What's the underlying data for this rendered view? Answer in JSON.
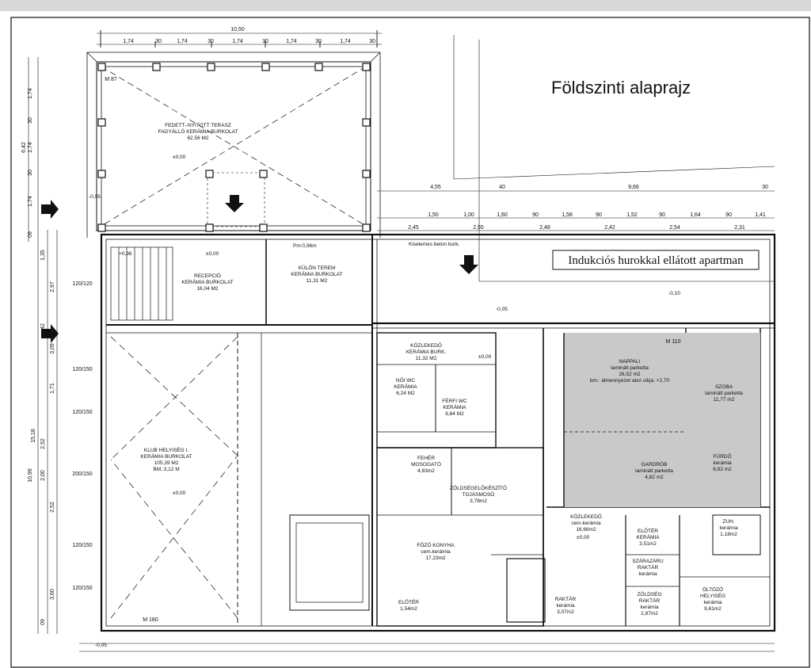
{
  "title": "Földszinti alaprajz",
  "banner": "Indukciós hurokkal ellátott apartman",
  "colors": {
    "line": "#111111",
    "shaded": "#c9c9c9",
    "background": "#ffffff"
  },
  "rooms": [
    {
      "id": "terrace",
      "lines": [
        "FEDETT–NYITOTT TERASZ",
        "FAGYÁLLÓ KERÁMIA BURKOLAT",
        "62,56 M2"
      ]
    },
    {
      "id": "reception",
      "lines": [
        "RECEPCIÓ",
        "KERÁMIA BURKOLAT",
        "16,04 M2"
      ]
    },
    {
      "id": "separate-room",
      "lines": [
        "KÜLÖN TEREM",
        "KERÁMIA BURKOLAT",
        "11,31 M2"
      ]
    },
    {
      "id": "club",
      "lines": [
        "KLUB HELYISÉG I.",
        "KERÁMIA BURKOLAT",
        "105,39 M2",
        "BM.:3,12 M"
      ]
    },
    {
      "id": "corridor",
      "lines": [
        "KÖZLEKEDŐ",
        "KERÁMIA BURK.",
        "11,32 M2"
      ]
    },
    {
      "id": "female-wc",
      "lines": [
        "NŐI WC",
        "KERÁMIA",
        "6,24 M2"
      ]
    },
    {
      "id": "male-wc",
      "lines": [
        "FÉRFI WC",
        "KERÁMIA",
        "6,84 M2"
      ]
    },
    {
      "id": "wash-white",
      "lines": [
        "FEHÉR",
        "MOSOGATÓ",
        "4,83m2"
      ]
    },
    {
      "id": "veg-prep",
      "lines": [
        "ZÖLDSÉGELŐKÉSZÍTŐ",
        "TOJÁSMOSÓ",
        "3,78m2"
      ]
    },
    {
      "id": "kitchen",
      "lines": [
        "FŐZŐ KONYHA",
        "cem.kerámia",
        "17,23m2"
      ]
    },
    {
      "id": "pre-room",
      "lines": [
        "ELŐTÉR",
        "1,54m2"
      ]
    },
    {
      "id": "living",
      "lines": [
        "NAPPALI",
        "laminált parketta",
        "26,52 m2",
        "bm.: álmennyezet alsó síkja: +2,70"
      ]
    },
    {
      "id": "bedroom",
      "lines": [
        "SZOBA",
        "laminált parketta",
        "11,77 m2"
      ]
    },
    {
      "id": "wardrobe",
      "lines": [
        "GARDRÓB",
        "laminált parketta",
        "4,82 m2"
      ]
    },
    {
      "id": "bathroom",
      "lines": [
        "FÜRDŐ",
        "kerámia",
        "6,92 m2"
      ]
    },
    {
      "id": "corridor2",
      "lines": [
        "KÖZLEKEDŐ",
        "cem.kerámia",
        "16,66m2"
      ]
    },
    {
      "id": "anteroom",
      "lines": [
        "ELŐTÉR",
        "KERÁMIA",
        "3,51m2"
      ]
    },
    {
      "id": "shower",
      "lines": [
        "ZUH.",
        "kerámia",
        "1,18m2"
      ]
    },
    {
      "id": "dry-store",
      "lines": [
        "SZÁRAZÁRU",
        "RAKTÁR",
        "kerámia"
      ]
    },
    {
      "id": "veg-store",
      "lines": [
        "ZÖLDSÉG",
        "RAKTÁR",
        "kerámia",
        "2,87m2"
      ]
    },
    {
      "id": "changing",
      "lines": [
        "ÖLTÖZŐ",
        "HELYISÉG",
        "kerámia",
        "9,61m2"
      ]
    },
    {
      "id": "store",
      "lines": [
        "RAKTÁR",
        "kerámia",
        "3,07m2"
      ]
    }
  ],
  "misc_labels": {
    "concrete": "Kiselemes beton burk.",
    "level0": "±0,00",
    "level_neg005": "-0,05",
    "level_pos096": "+0,96",
    "level_neg010": "-0,10",
    "level_pk": "Pm:0,96m"
  },
  "dimensions": {
    "top_total": "10,50",
    "top_segments": [
      "1,74",
      "30",
      "1,74",
      "30",
      "1,74",
      "30",
      "1,74",
      "30",
      "1,74",
      "30"
    ],
    "right_row1": [
      "4,55",
      "40",
      "9,66",
      "30"
    ],
    "right_row2": [
      "1,50",
      "1,00",
      "1,60",
      "90",
      "1,58",
      "90",
      "1,52",
      "90",
      "1,64",
      "90",
      "1,41"
    ],
    "right_row3": [
      "2,45",
      "2,55",
      "2,48",
      "2,42",
      "2,54",
      "2,31"
    ],
    "left_outer": [
      "6,42",
      "15,18"
    ],
    "left_inner": [
      "1,74",
      "30",
      "1,74",
      "30",
      "1,74",
      "09",
      "1,35",
      "2,97",
      "42",
      "3,09",
      "10,99",
      "1,71",
      "2,52",
      "2,52",
      "2,00",
      "3,60",
      "09"
    ],
    "windows": [
      "120/120",
      "120/150",
      "120/150",
      "200/150",
      "120/150",
      "120/150",
      "M 110",
      "M 180",
      "M 87"
    ]
  }
}
